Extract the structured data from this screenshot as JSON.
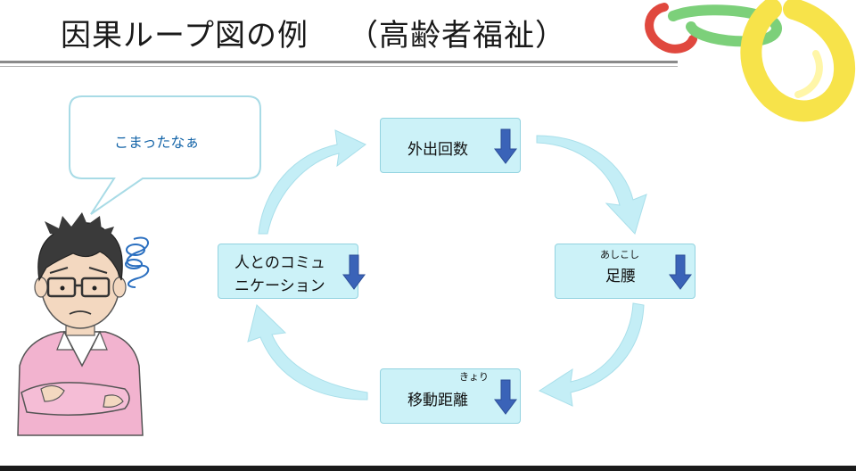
{
  "title": {
    "main": "因果ループ図の例",
    "sub": "（高齢者福祉）"
  },
  "speech_bubble": {
    "text": "こまったなぁ"
  },
  "nodes": {
    "outing": {
      "label": "外出回数",
      "trend": "down"
    },
    "legs": {
      "label": "足腰",
      "ruby": "あしこし",
      "trend": "down"
    },
    "distance": {
      "label": "移動距離",
      "ruby": "きょり",
      "trend": "down"
    },
    "communication": {
      "line1": "人とのコミュ",
      "line2": "ニケーション",
      "trend": "down"
    }
  },
  "colors": {
    "node_fill": "#ccf2f8",
    "loop_arrow": "#c4eef6",
    "down_arrow": "#3a63b8",
    "bubble_text": "#1565a8",
    "sweater": "#f2b3cf"
  }
}
